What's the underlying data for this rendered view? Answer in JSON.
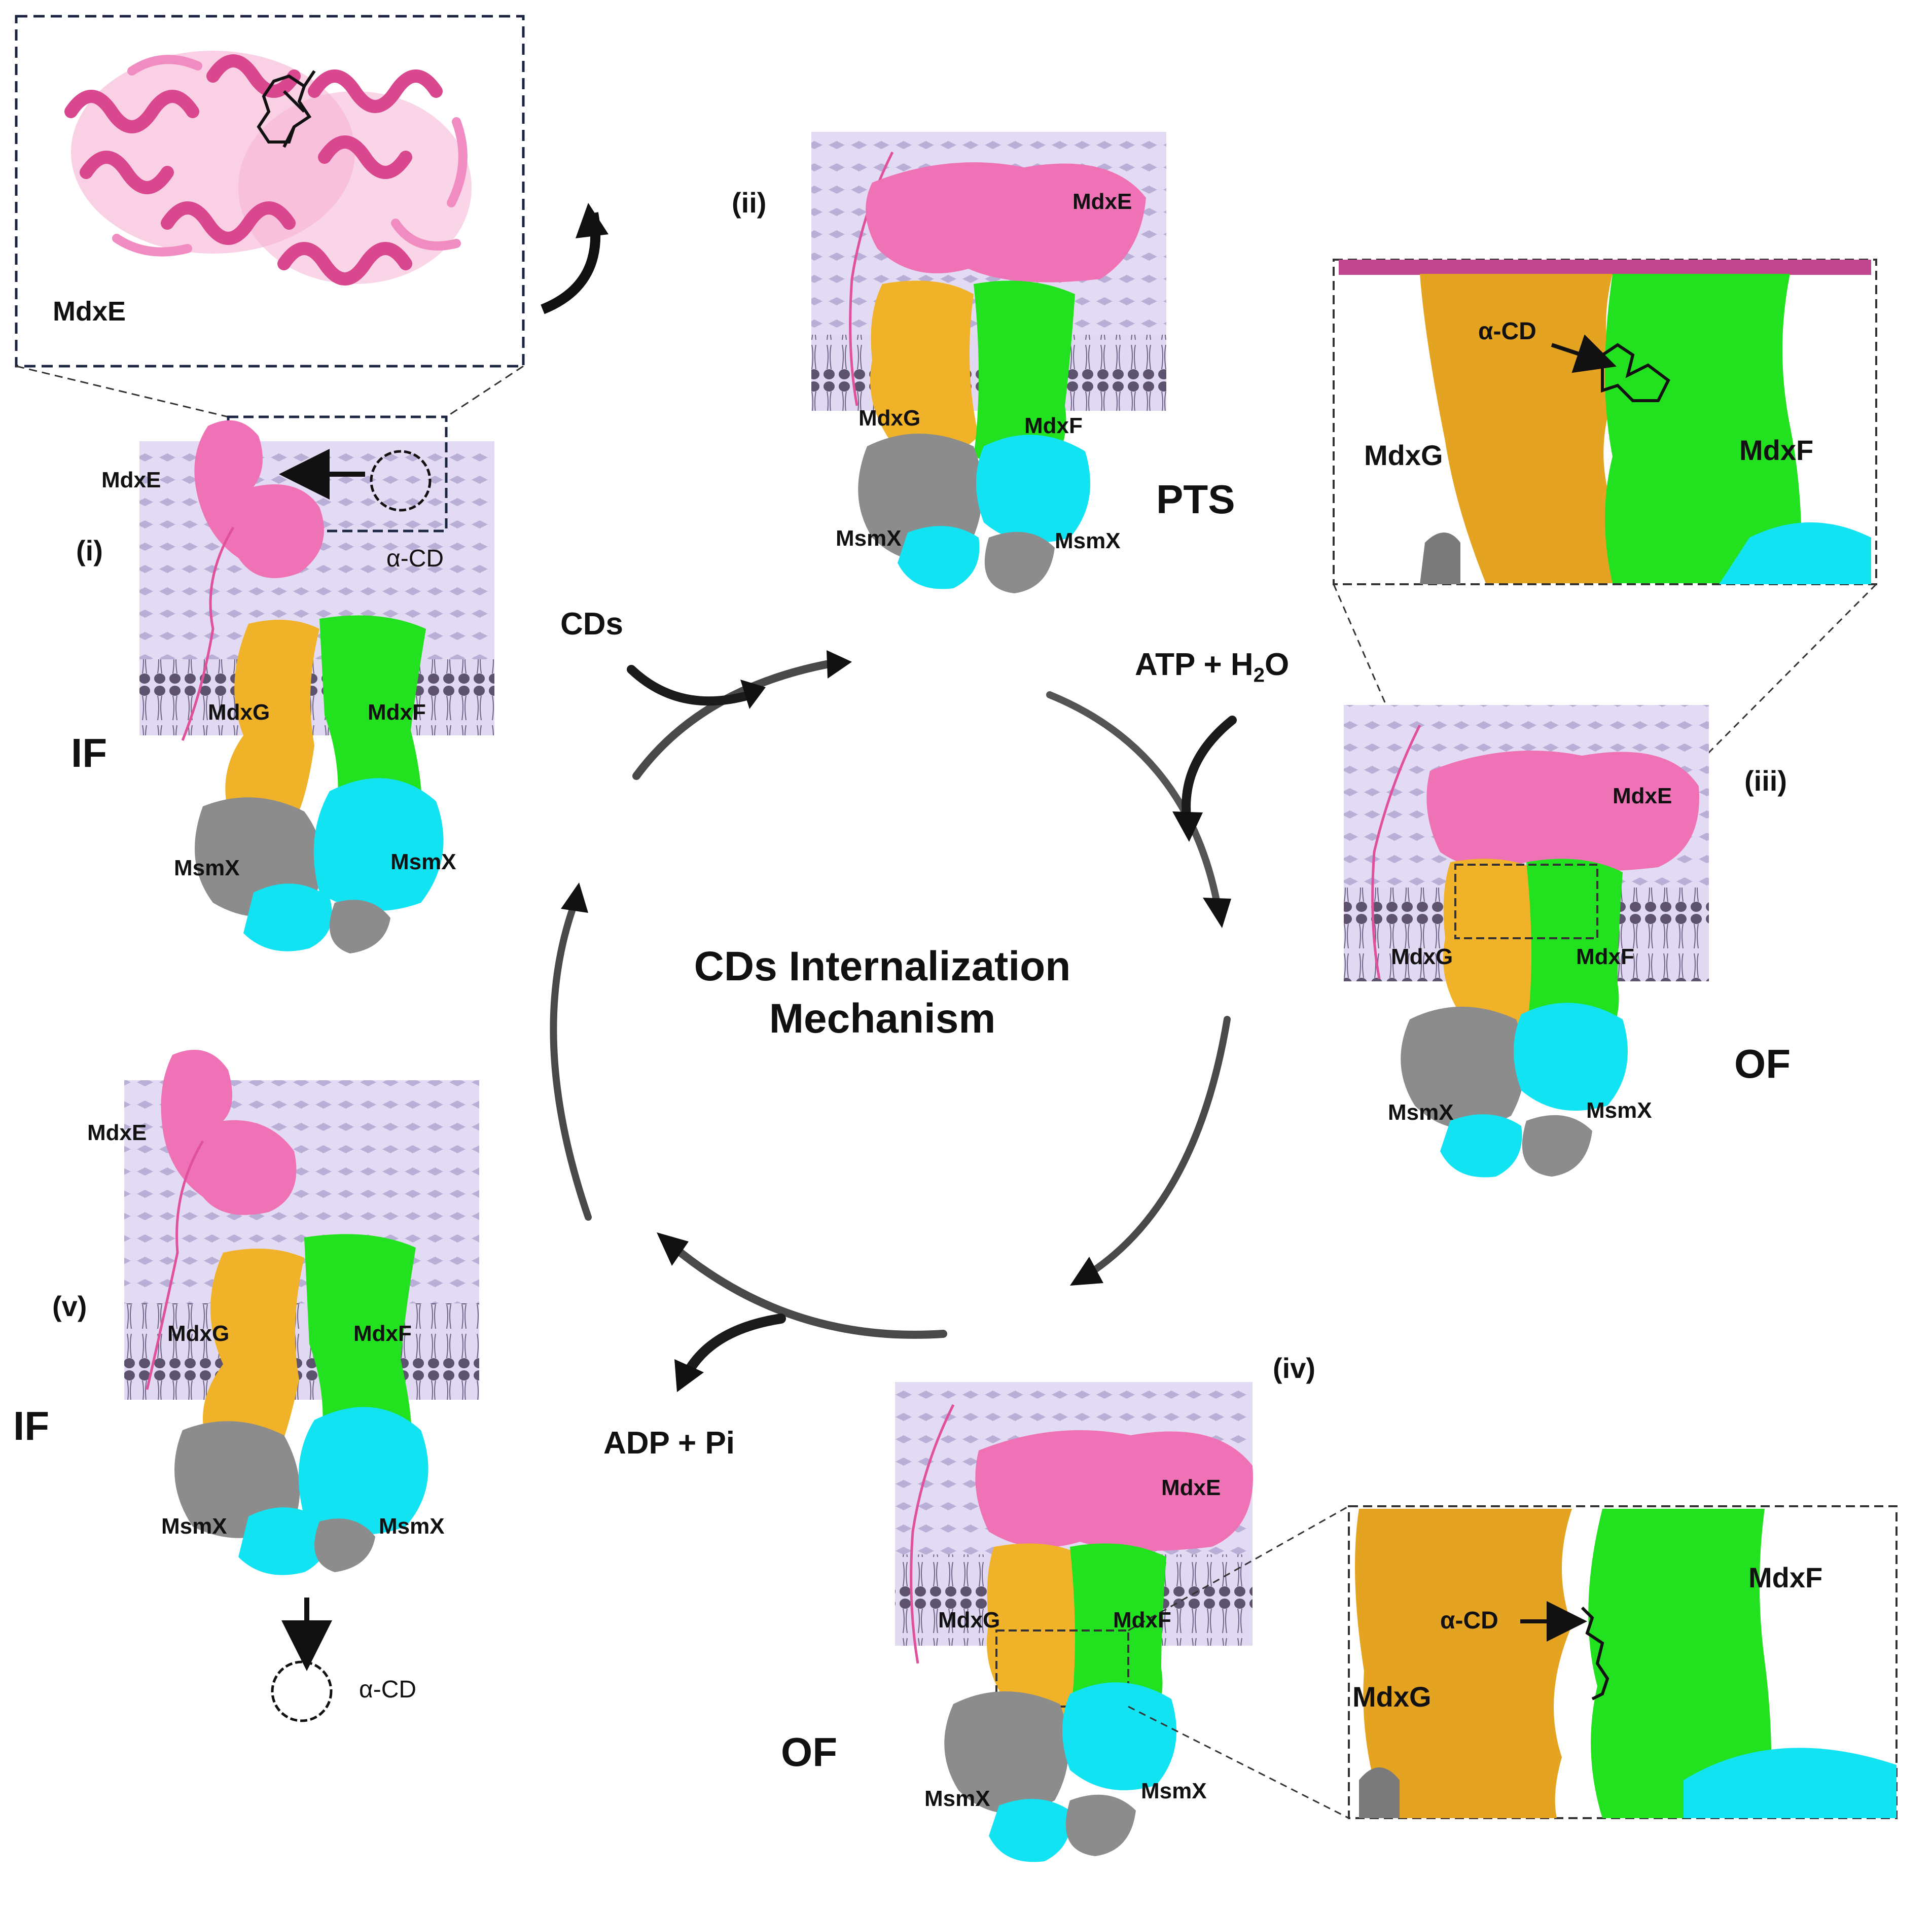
{
  "center": {
    "line1": "CDs Internalization",
    "line2": "Mechanism"
  },
  "conditions": {
    "cds": "CDs",
    "atp": "ATP + H",
    "atp_sub": "2",
    "atp_tail": "O",
    "adp": "ADP + Pi"
  },
  "states": {
    "i": "(i)",
    "ii": "(ii)",
    "iii": "(iii)",
    "iv": "(iv)",
    "v": "(v)",
    "if1": "IF",
    "pts": "PTS",
    "of3": "OF",
    "of4": "OF",
    "if5": "IF"
  },
  "proteins": {
    "mdxe": "MdxE",
    "mdxf": "MdxF",
    "mdxg": "MdxG",
    "msmx": "MsmX"
  },
  "ligand": {
    "acd": "α-CD"
  },
  "colors": {
    "mdxe": "#f072b6",
    "mdxf": "#22e11e",
    "mdxg": "#f0b228",
    "msmx_gray": "#8c8c8c",
    "msmx_cyan": "#12e3f2",
    "membrane": "#d8cdee",
    "lipid": "#6e6386"
  }
}
